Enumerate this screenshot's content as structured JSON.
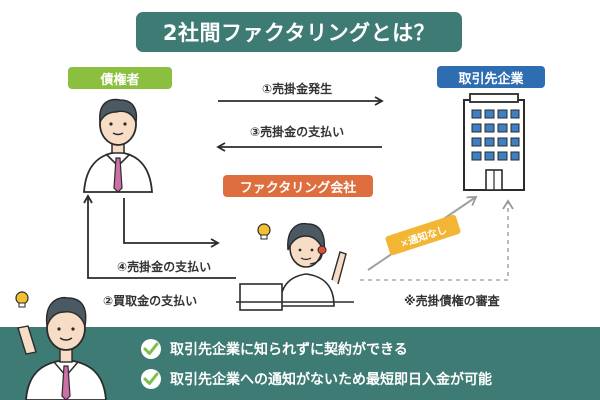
{
  "title": "2社間ファクタリングとは？",
  "creditor": {
    "label": "債権者",
    "color": "#8bbf3f"
  },
  "business": {
    "label": "取引先企業",
    "color": "#2f6db3"
  },
  "factoring": {
    "label": "ファクタリング会社",
    "color": "#de6e3e"
  },
  "flows": {
    "step1": "①売掛金発生",
    "step3": "③売掛金の支払い",
    "step4": "④売掛金の支払い",
    "step2": "②買取金の支払い"
  },
  "no_notice_badge": {
    "label": "×通知なし",
    "color": "#f2b634"
  },
  "review_note": "※売掛債権の審査",
  "benefits": [
    "取引先企業に知られずに契約ができる",
    "取引先企業への通知がないため最短即日入金が可能"
  ],
  "colors": {
    "accent": "#3e7b74",
    "check": "#7cc04b"
  }
}
